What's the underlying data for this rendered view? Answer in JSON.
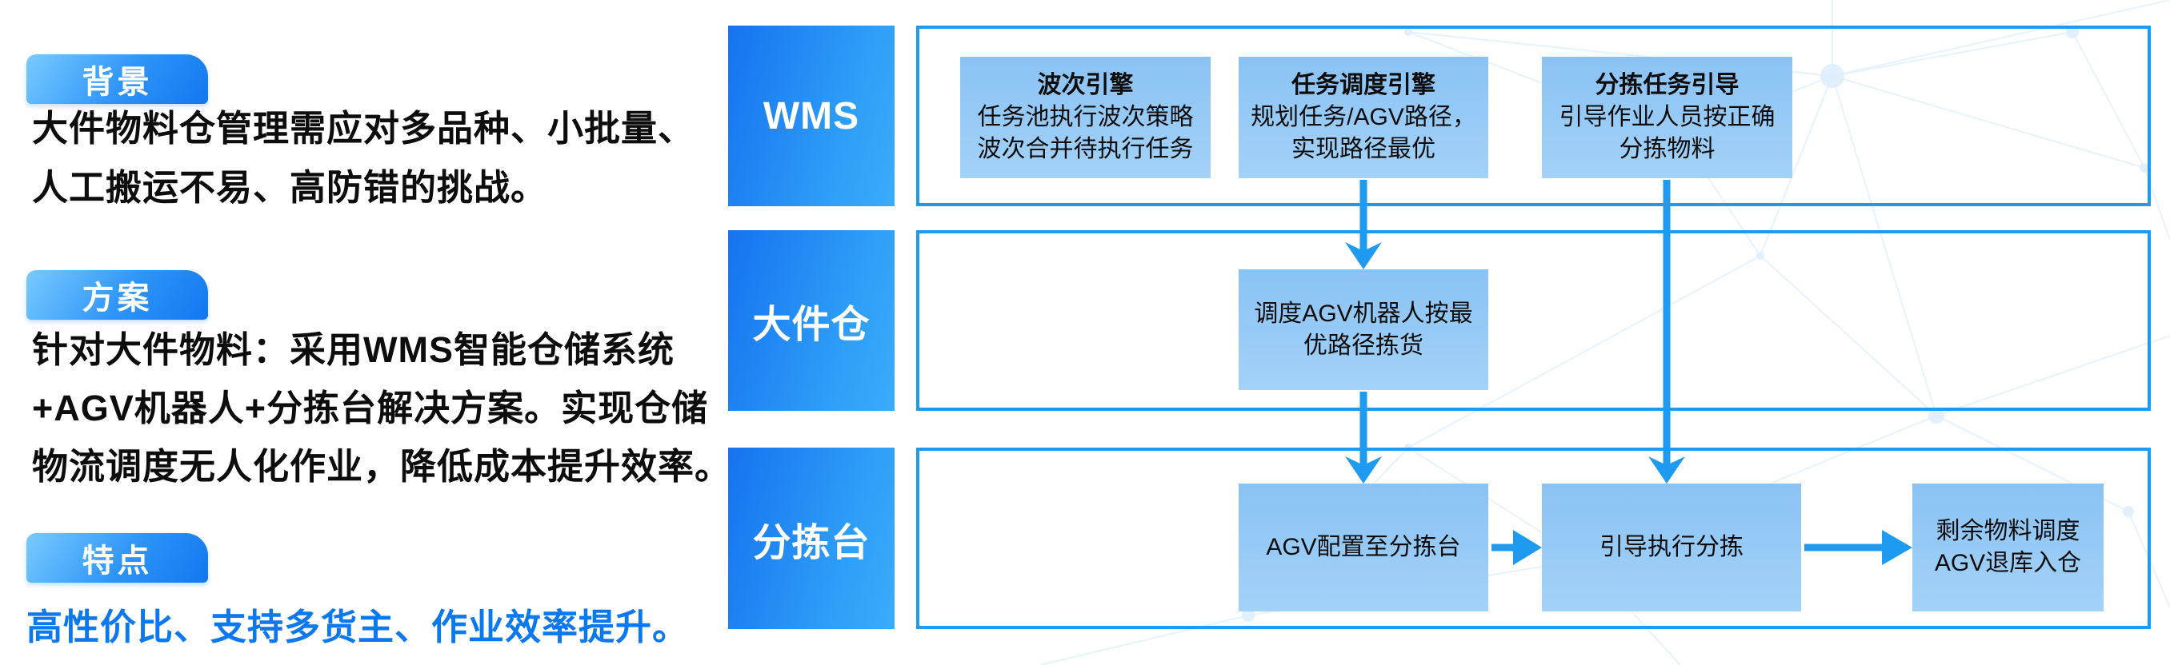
{
  "colors": {
    "accent_blue": "#1e9af0",
    "label_gradient_start": "#1573ef",
    "label_gradient_end": "#3babfa",
    "flow_box_fill_top": "#8ac2f4",
    "flow_box_fill_bottom": "#a3d2f8",
    "badge_gradient_start": "#79cbff",
    "badge_gradient_end": "#1377ef",
    "feature_text": "#0a78f0",
    "body_text": "#0d0d0d"
  },
  "left": {
    "sections": [
      {
        "badge": "背景",
        "lines": [
          "大件物料仓管理需应对多品种、小批量、",
          "人工搬运不易、高防错的挑战。"
        ]
      },
      {
        "badge": "方案",
        "lines": [
          "针对大件物料：采用WMS智能仓储系统",
          "+AGV机器人+分拣台解决方案。实现仓储",
          "物流调度无人化作业，降低成本提升效率。"
        ]
      },
      {
        "badge": "特点",
        "highlight": "高性价比、支持多货主、作业效率提升。"
      }
    ]
  },
  "diagram": {
    "rows": [
      {
        "label": "WMS"
      },
      {
        "label": "大件仓"
      },
      {
        "label": "分拣台"
      }
    ],
    "boxes": {
      "wave_engine": {
        "title": "波次引擎",
        "lines": [
          "任务池执行波次策略",
          "波次合并待执行任务"
        ]
      },
      "task_engine": {
        "title": "任务调度引擎",
        "lines": [
          "规划任务/AGV路径，",
          "实现路径最优"
        ]
      },
      "sorting_guide": {
        "title": "分拣任务引导",
        "lines": [
          "引导作业人员按正确",
          "分拣物料"
        ]
      },
      "agv_dispatch": {
        "lines": [
          "调度AGV机器人按最",
          "优路径拣货"
        ]
      },
      "agv_to_station": {
        "lines": [
          "AGV配置至分拣台"
        ]
      },
      "guide_sorting": {
        "lines": [
          "引导执行分拣"
        ]
      },
      "return_storage": {
        "lines": [
          "剩余物料调度",
          "AGV退库入仓"
        ]
      }
    }
  }
}
